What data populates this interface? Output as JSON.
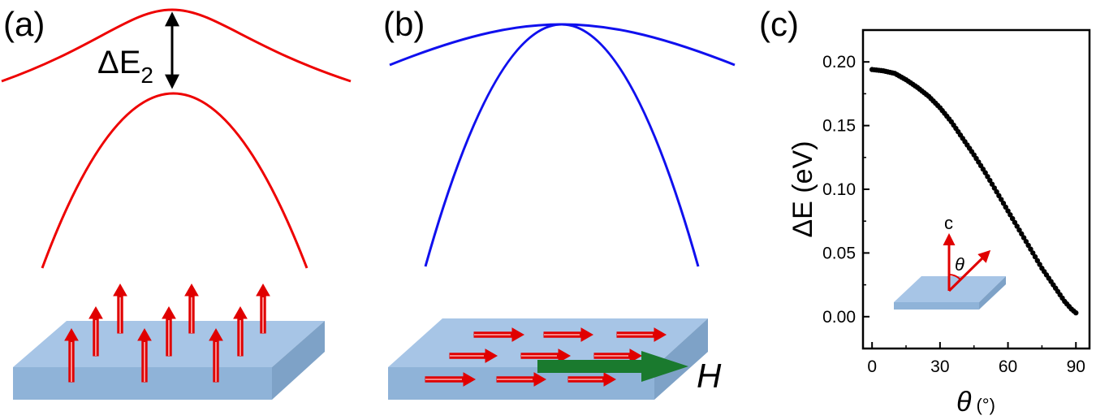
{
  "panels": {
    "a": {
      "label": "(a)",
      "gap_label": "ΔE",
      "gap_subscript": "2",
      "band_color": "#ee0000",
      "spin_color": "#e00000"
    },
    "b": {
      "label": "(b)",
      "field_label": "H",
      "band_color": "#1010ee",
      "spin_color": "#e00000",
      "field_color": "#1a7a2e"
    },
    "c": {
      "label": "(c)",
      "inset_axis_label": "c",
      "inset_angle_label": "θ"
    }
  },
  "slab_color": "#a7c5e6",
  "chart_data": {
    "type": "scatter",
    "xlabel": "θ",
    "xlabel_unit": "(°)",
    "ylabel": "ΔE (eV)",
    "xlim": [
      -4,
      96
    ],
    "ylim": [
      -0.025,
      0.225
    ],
    "xticks": [
      0,
      30,
      60,
      90
    ],
    "yticks": [
      0.0,
      0.05,
      0.1,
      0.15,
      0.2
    ],
    "ytick_labels": [
      "0.00",
      "0.05",
      "0.10",
      "0.15",
      "0.20"
    ],
    "series": [
      {
        "marker_color": "#000000",
        "x": [
          0,
          5,
          10,
          15,
          20,
          25,
          30,
          35,
          40,
          45,
          50,
          55,
          60,
          65,
          70,
          75,
          80,
          85,
          88,
          90
        ],
        "y": [
          0.194,
          0.193,
          0.191,
          0.186,
          0.18,
          0.173,
          0.164,
          0.153,
          0.14,
          0.127,
          0.113,
          0.098,
          0.083,
          0.068,
          0.053,
          0.038,
          0.025,
          0.012,
          0.006,
          0.003
        ]
      }
    ]
  }
}
